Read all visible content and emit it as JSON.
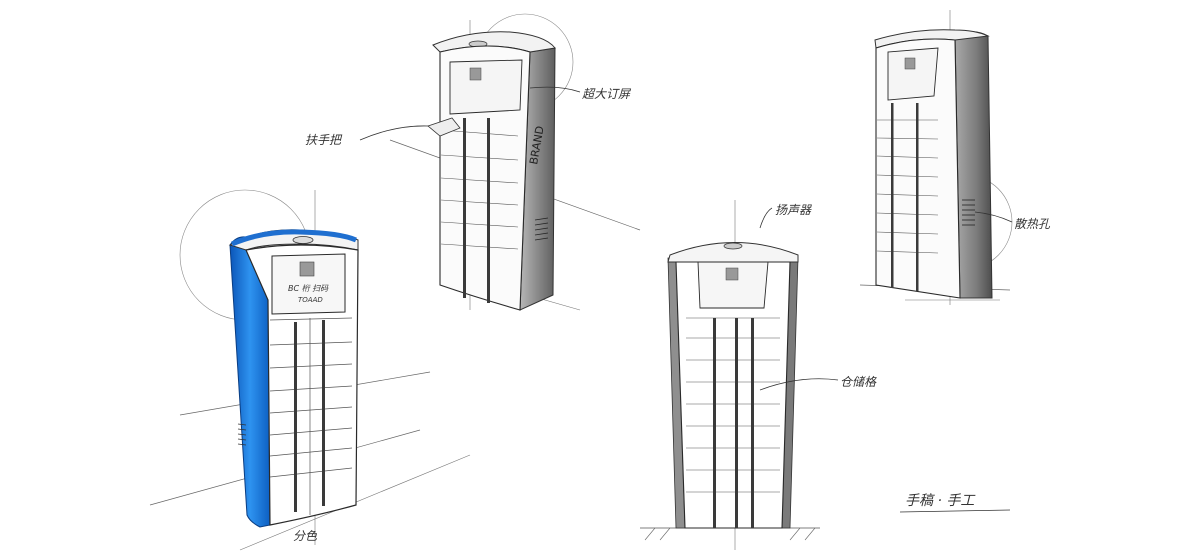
{
  "annotations": {
    "top_dial": "超大订屏",
    "handle": "扶手把",
    "back_top": "扬声器",
    "cooling": "散热孔",
    "compartments": "仓储格",
    "base_label": "分色",
    "signature": "手稿 · 手工"
  },
  "screen_text": {
    "line1": "BC 桁 扫码",
    "line2": "TOAAD"
  },
  "side_brand": "BRAND",
  "colors": {
    "accent_blue": "#1f7fe0",
    "accent_blue_dark": "#0a4fa8",
    "marker_grey": "#8a8a8a",
    "marker_grey_dark": "#5a5a5a",
    "ink": "#2a2a2a"
  }
}
